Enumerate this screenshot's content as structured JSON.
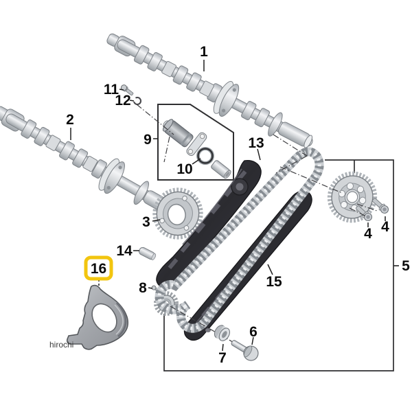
{
  "diagram": {
    "watermark": "hirochi",
    "highlight_color": "#F2C50F",
    "highlighted_callout": "16",
    "callouts": {
      "c1": "1",
      "c2": "2",
      "c3": "3",
      "c4a": "4",
      "c4b": "4",
      "c5": "5",
      "c6": "6",
      "c7": "7",
      "c8": "8",
      "c9": "9",
      "c10": "10",
      "c11": "11",
      "c12": "12",
      "c13": "13",
      "c14": "14",
      "c15": "15",
      "c16": "16"
    }
  }
}
